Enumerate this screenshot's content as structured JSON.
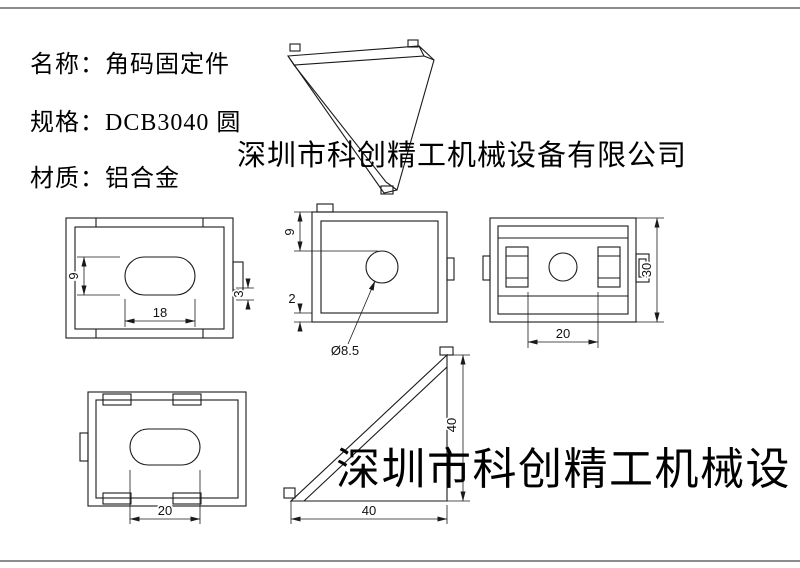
{
  "sheet": {
    "background": "#ffffff",
    "line_color": "#1a1a1a"
  },
  "title_block": {
    "name": "名称：角码固定件",
    "spec": "规格：DCB3040 圆",
    "material": "材质：铝合金"
  },
  "watermarks": {
    "center": "深圳市科创精工机械设备有限公司",
    "bottom": "深圳市科创精工机械设"
  },
  "dims": {
    "front_slot_height": "9",
    "front_slot_width": "18",
    "front_tab": "3",
    "top_edge": "9",
    "top_wall": "2",
    "hole_diameter": "Ø8.5",
    "back_height": "30",
    "back_span": "20",
    "bottom_span": "20",
    "side_height": "40",
    "side_width": "40"
  }
}
